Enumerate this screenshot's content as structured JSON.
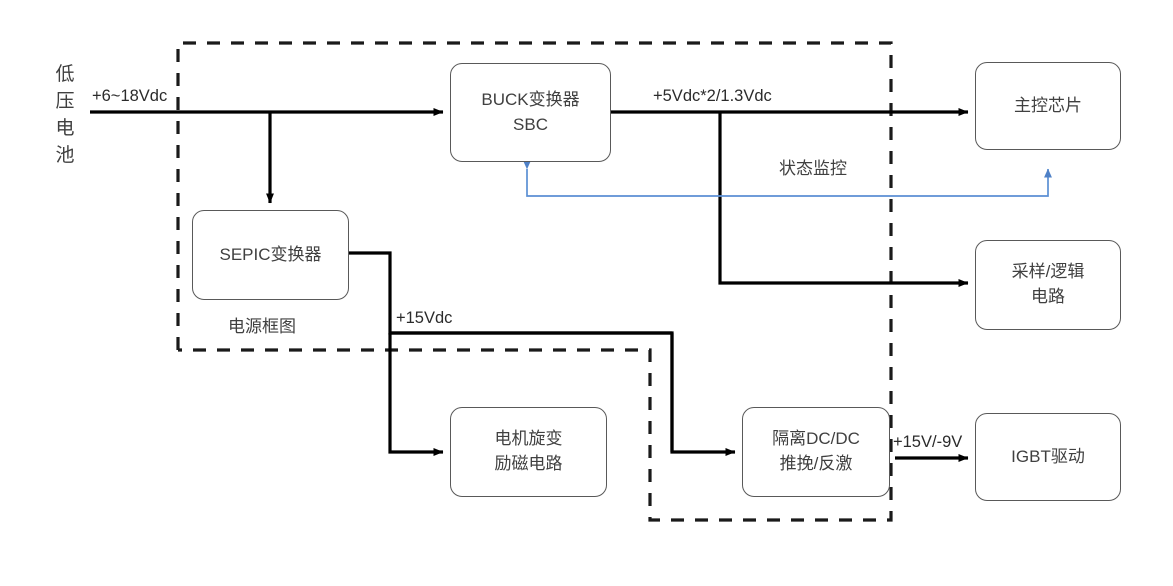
{
  "diagram": {
    "title": "电源框图",
    "source_label": {
      "name": "低压电池",
      "chars": [
        "低",
        "压",
        "电",
        "池"
      ]
    },
    "group_label": "电源框图",
    "nodes": [
      {
        "id": "buck",
        "lines": [
          "BUCK变换器",
          "SBC"
        ]
      },
      {
        "id": "sepic",
        "lines": [
          "SEPIC变换器"
        ]
      },
      {
        "id": "mcu",
        "lines": [
          "主控芯片"
        ]
      },
      {
        "id": "sample",
        "lines": [
          "采样/逻辑",
          "电路"
        ]
      },
      {
        "id": "resolver",
        "lines": [
          "电机旋变",
          "励磁电路"
        ]
      },
      {
        "id": "isodcdc",
        "lines": [
          "隔离DC/DC",
          "推挽/反激"
        ]
      },
      {
        "id": "igbt",
        "lines": [
          "IGBT驱动"
        ]
      }
    ],
    "edge_labels": {
      "input_voltage": "+6~18Vdc",
      "buck_output": "+5Vdc*2/1.3Vdc",
      "status_monitor": "状态监控",
      "sepic_output": "+15Vdc",
      "isolated_output": "+15V/-9V"
    },
    "colors": {
      "wire": "#000000",
      "box_border": "#595959",
      "text": "#404040",
      "monitor_line": "#5b8fd4",
      "dashed_boundary": "#1a1a1a"
    }
  }
}
